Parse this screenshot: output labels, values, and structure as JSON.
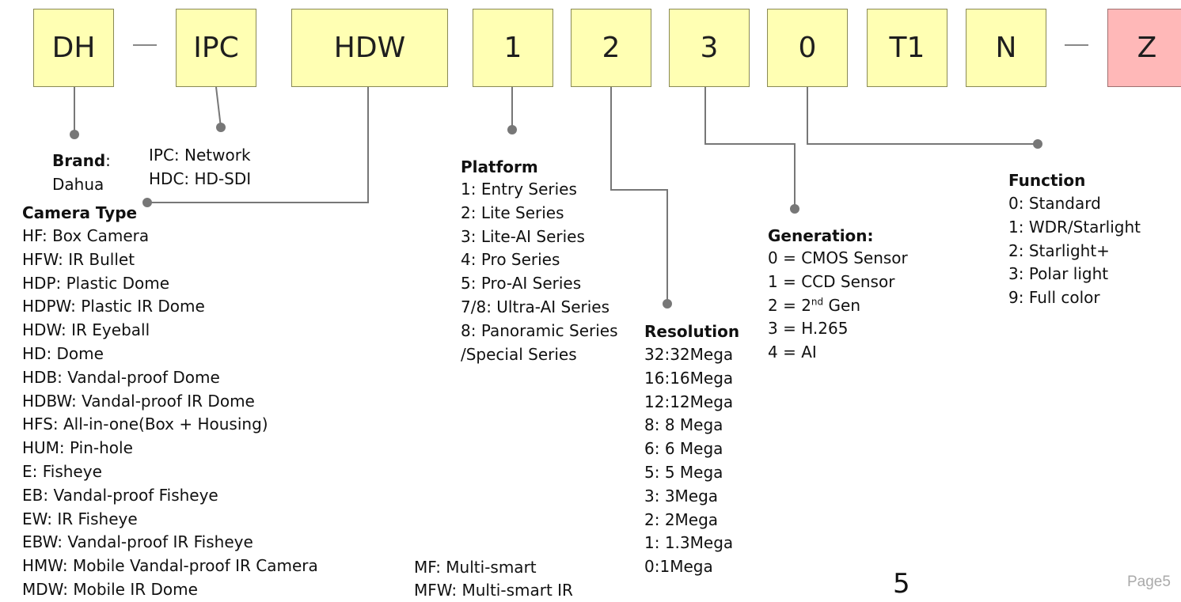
{
  "code_boxes": [
    {
      "id": "dh",
      "label": "DH"
    },
    {
      "id": "ipc",
      "label": "IPC"
    },
    {
      "id": "hdw",
      "label": "HDW"
    },
    {
      "id": "platform",
      "label": "1"
    },
    {
      "id": "resolution",
      "label": "2"
    },
    {
      "id": "generation",
      "label": "3"
    },
    {
      "id": "function",
      "label": "0"
    },
    {
      "id": "t1",
      "label": "T1"
    },
    {
      "id": "n",
      "label": "N"
    },
    {
      "id": "z",
      "label": "Z"
    }
  ],
  "brand": {
    "title": "Brand",
    "colon": ":",
    "value": "Dahua"
  },
  "signal": {
    "line1": "IPC: Network",
    "line2": "HDC: HD-SDI"
  },
  "camera_type": {
    "title": "Camera Type",
    "items": [
      "HF: Box Camera",
      "HFW: IR Bullet",
      "HDP: Plastic Dome",
      "HDPW: Plastic IR Dome",
      "HDW: IR Eyeball",
      "HD: Dome",
      "HDB: Vandal-proof Dome",
      "HDBW: Vandal-proof IR Dome",
      "HFS: All-in-one(Box + Housing)",
      "HUM: Pin-hole",
      "E: Fisheye",
      "EB: Vandal-proof Fisheye",
      "EW: IR Fisheye",
      "EBW: Vandal-proof IR Fisheye",
      "HMW: Mobile Vandal-proof IR Camera",
      "MDW: Mobile IR Dome"
    ]
  },
  "multi_smart": {
    "line1": "MF: Multi-smart",
    "line2": "MFW: Multi-smart IR"
  },
  "platform": {
    "title": "Platform",
    "items": [
      "1: Entry Series",
      "2: Lite Series",
      "3: Lite-AI Series",
      "4: Pro Series",
      "5: Pro-AI Series",
      "7/8: Ultra-AI Series",
      "8: Panoramic Series",
      "/Special Series"
    ]
  },
  "resolution": {
    "title": "Resolution",
    "items": [
      "32:32Mega",
      "16:16Mega",
      "12:12Mega",
      "8: 8 Mega",
      "6: 6 Mega",
      "5: 5 Mega",
      "3: 3Mega",
      "2: 2Mega",
      "1: 1.3Mega",
      "0:1Mega"
    ]
  },
  "generation": {
    "title": "Generation:",
    "items": [
      "0 = CMOS Sensor",
      "1 =  CCD Sensor",
      "2 = 2",
      "3 = H.265",
      "4 = AI"
    ],
    "gen2_sup": "nd",
    "gen2_tail": " Gen"
  },
  "function": {
    "title": "Function",
    "items": [
      "0: Standard",
      "1: WDR/Starlight",
      "2: Starlight+",
      "3: Polar light",
      "9: Full color"
    ]
  },
  "footer": {
    "page_number": "5",
    "page_label": "Page5"
  },
  "colors": {
    "box_fill": "#ffffb3",
    "box_red_fill": "#ffb8b8",
    "connector": "#777777"
  }
}
